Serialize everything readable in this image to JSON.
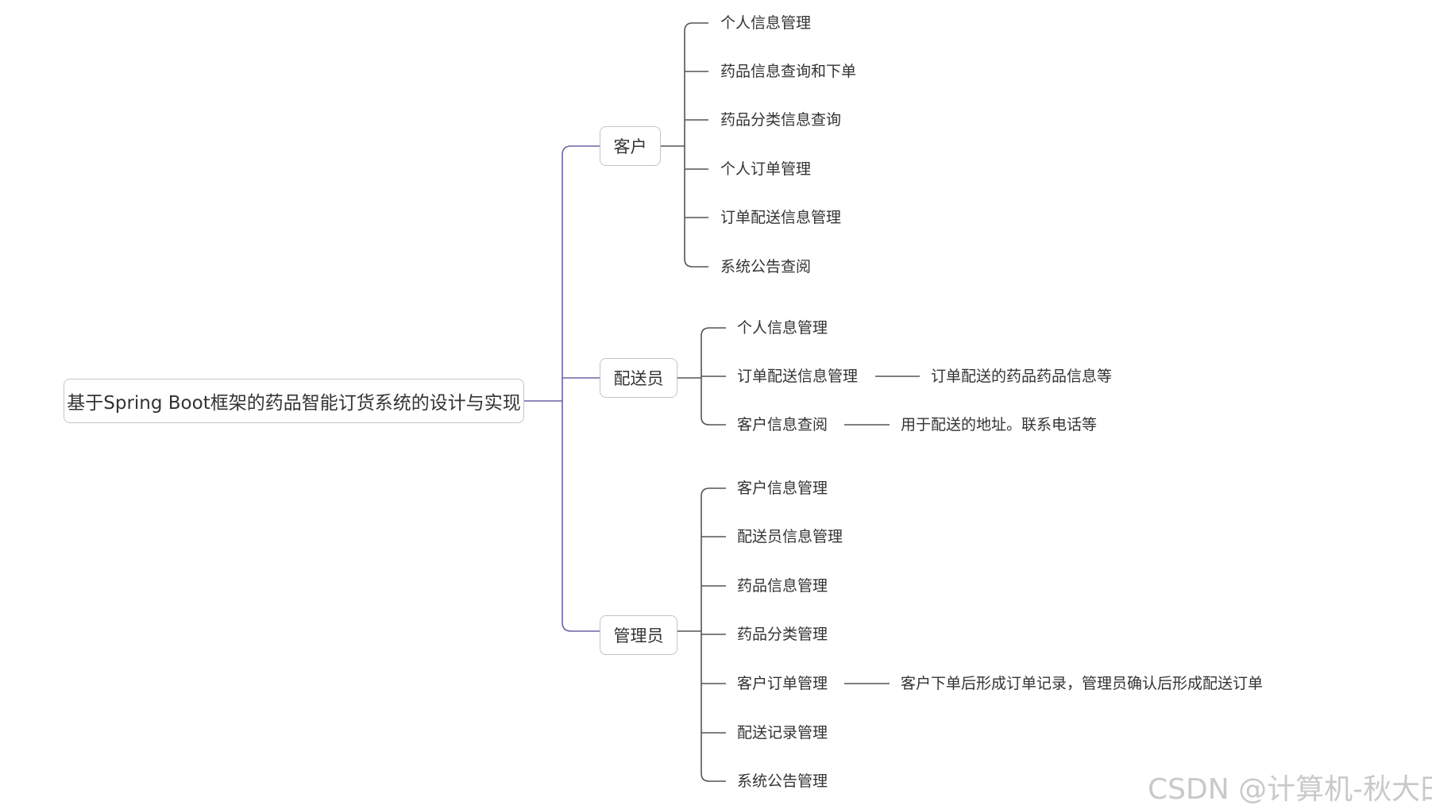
{
  "root": {
    "label": "基于Spring Boot框架的药品智能订货系统的设计与实现"
  },
  "branches": [
    {
      "label": "客户",
      "items": [
        {
          "label": "个人信息管理"
        },
        {
          "label": "药品信息查询和下单"
        },
        {
          "label": "药品分类信息查询"
        },
        {
          "label": "个人订单管理"
        },
        {
          "label": "订单配送信息管理"
        },
        {
          "label": "系统公告查阅"
        }
      ]
    },
    {
      "label": "配送员",
      "items": [
        {
          "label": "个人信息管理"
        },
        {
          "label": "订单配送信息管理",
          "note": "订单配送的药品药品信息等"
        },
        {
          "label": "客户信息查阅",
          "note": "用于配送的地址。联系电话等"
        }
      ]
    },
    {
      "label": "管理员",
      "items": [
        {
          "label": "客户信息管理"
        },
        {
          "label": "配送员信息管理"
        },
        {
          "label": "药品信息管理"
        },
        {
          "label": "药品分类管理"
        },
        {
          "label": "客户订单管理",
          "note": "客户下单后形成订单记录，管理员确认后形成配送订单"
        },
        {
          "label": "配送记录管理"
        },
        {
          "label": "系统公告管理"
        }
      ]
    }
  ],
  "watermark": "CSDN @计算机-秋大田",
  "colors": {
    "trunk_line": "#6b63a6",
    "branch_line": "#555555",
    "box_border": "#c4c4c4",
    "text": "#333333"
  }
}
